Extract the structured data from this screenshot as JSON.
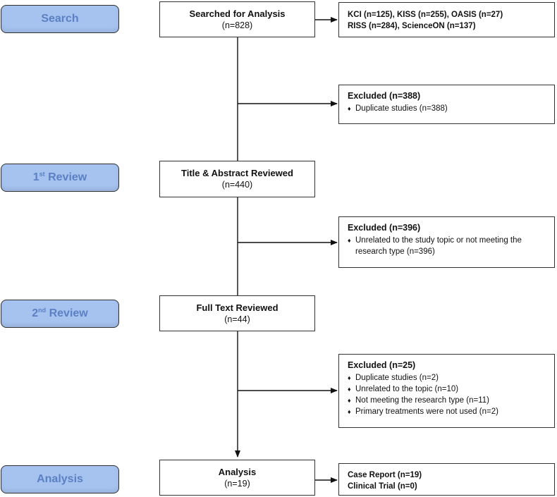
{
  "stages": {
    "search": {
      "label": "Search"
    },
    "review1": {
      "label_main": "1",
      "label_sup": "st",
      "label_rest": " Review"
    },
    "review2": {
      "label_main": "2",
      "label_sup": "nd",
      "label_rest": " Review"
    },
    "analysis": {
      "label": "Analysis"
    }
  },
  "flow": {
    "searched": {
      "title": "Searched for Analysis",
      "count": "(n=828)"
    },
    "title_abstract": {
      "title": "Title & Abstract Reviewed",
      "count": "(n=440)"
    },
    "full_text": {
      "title": "Full Text Reviewed",
      "count": "(n=44)"
    },
    "analysis": {
      "title": "Analysis",
      "count": "(n=19)"
    }
  },
  "sources": {
    "line1": "KCI (n=125), KISS (n=255), OASIS (n=27)",
    "line2": "RISS (n=284), ScienceON (n=137)"
  },
  "excluded_1": {
    "title": "Excluded (n=388)",
    "items": [
      "Duplicate studies (n=388)"
    ]
  },
  "excluded_2": {
    "title": "Excluded (n=396)",
    "items": [
      "Unrelated to the study topic or not meeting the research type (n=396)"
    ]
  },
  "excluded_3": {
    "title": "Excluded (n=25)",
    "items": [
      "Duplicate studies (n=2)",
      "Unrelated to the topic (n=10)",
      "Not meeting the research type (n=11)",
      "Primary treatments were not used (n=2)"
    ]
  },
  "analysis_types": {
    "line1": "Case Report (n=19)",
    "line2": "Clinical Trial (n=0)"
  },
  "bullet_symbol": "♦"
}
